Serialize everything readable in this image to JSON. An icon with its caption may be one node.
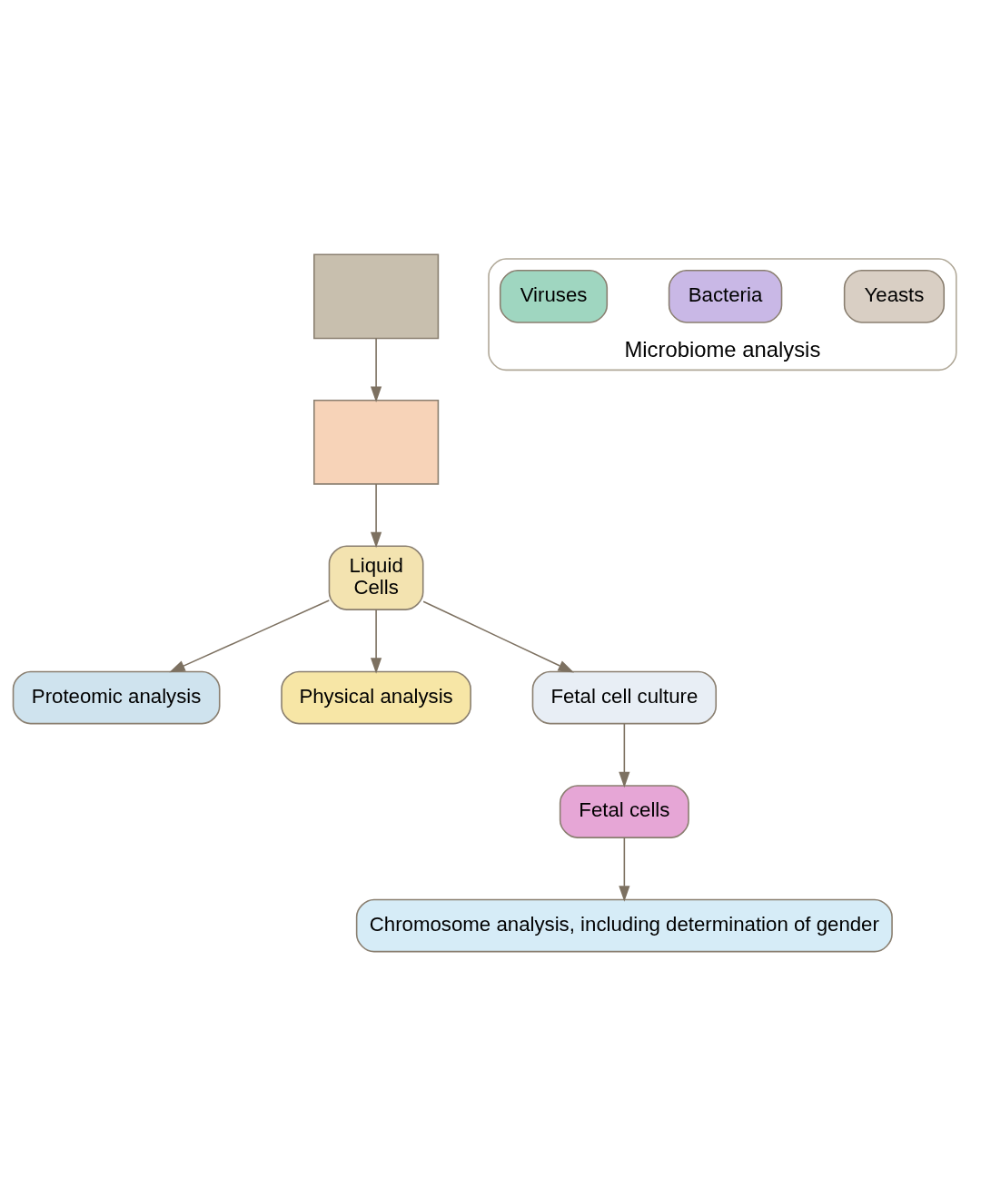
{
  "diagram": {
    "nodes": [
      {
        "text": [],
        "shape": "box"
      },
      {
        "text": [
          "Microbiome analysis"
        ]
      },
      {
        "text": [
          "Yeasts"
        ],
        "in": 1
      },
      {
        "text": [
          "Bacteria"
        ],
        "in": 1
      },
      {
        "text": [
          "Viruses"
        ],
        "in": 1
      },
      {
        "text": [
          "Proteomic analysis"
        ]
      },
      {
        "text": [],
        "shape": "box"
      },
      {
        "text": [
          "Liquid",
          "Cells"
        ]
      },
      {
        "text": [
          "Physical analysis"
        ]
      },
      {
        "text": [
          "Fetal cell culture"
        ]
      },
      {
        "text": [
          "Fetal cells"
        ]
      },
      {
        "text": [
          "Chromosome analysis, including determination of gender"
        ]
      }
    ],
    "edges": [
      {
        "from": 0,
        "to": 6,
        "arrow": "to"
      },
      {
        "from": 6,
        "to": 7,
        "arrow": "to"
      },
      {
        "from": 7,
        "to": 5,
        "arrow": "to"
      },
      {
        "from": 7,
        "to": 8,
        "arrow": "to"
      },
      {
        "from": 7,
        "to": 9,
        "arrow": "to"
      },
      {
        "from": 9,
        "to": 10,
        "arrow": "to"
      },
      {
        "from": 10,
        "to": 11,
        "arrow": "to"
      }
    ]
  }
}
